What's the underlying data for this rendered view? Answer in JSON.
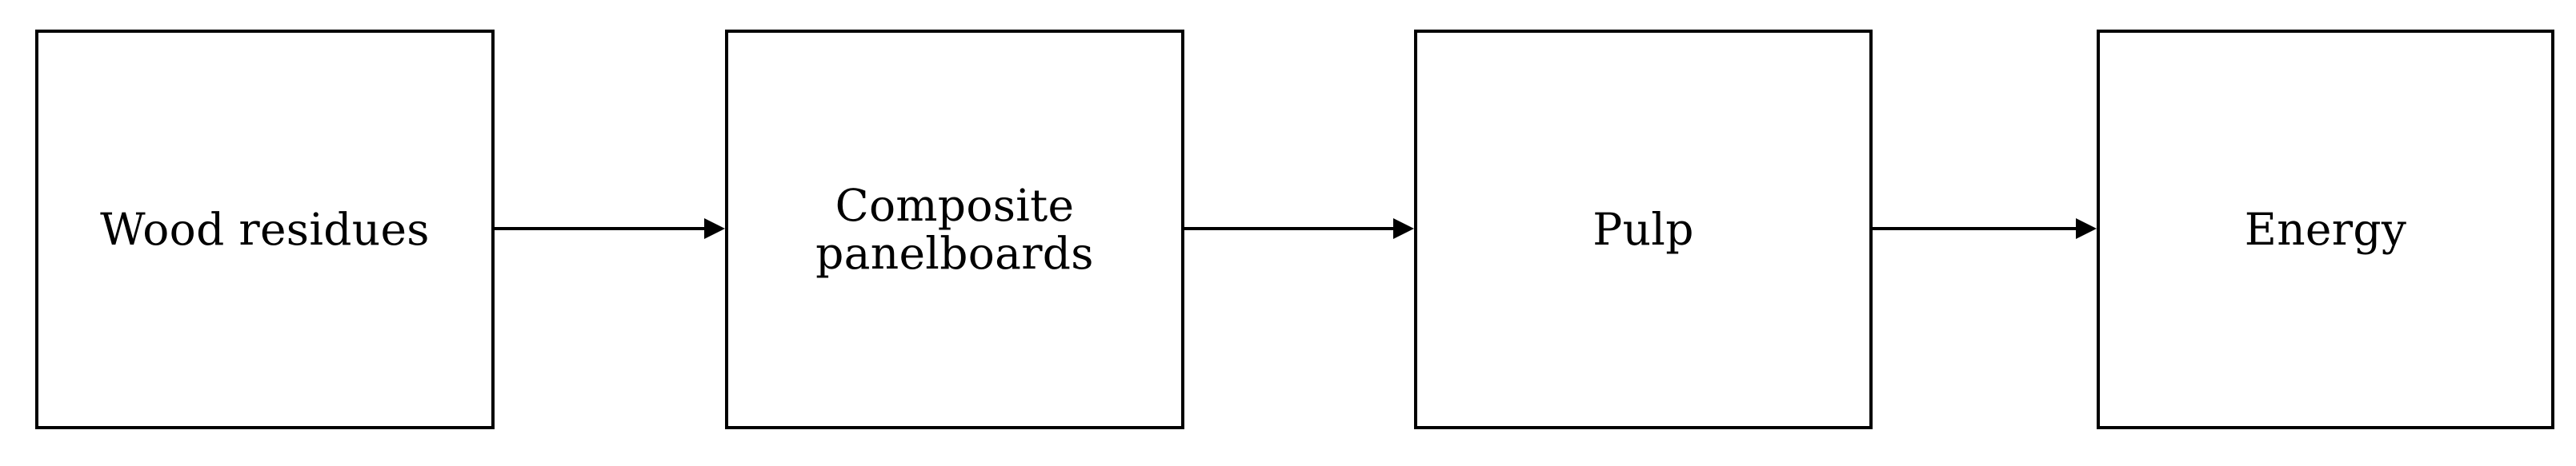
{
  "diagram": {
    "type": "process-flow",
    "orientation": "left-to-right",
    "background_color": "#ffffff",
    "line_color": "#000000",
    "text_color": "#000000",
    "nodes": [
      {
        "id": "wood-residues",
        "label": "Wood residues"
      },
      {
        "id": "composite-panelboards",
        "label": "Composite\npanelboards"
      },
      {
        "id": "pulp",
        "label": "Pulp"
      },
      {
        "id": "energy",
        "label": "Energy"
      }
    ],
    "connectors": [
      {
        "id": "arrow-1",
        "from": "wood-residues",
        "to": "composite-panelboards",
        "style": "single-headed-arrow"
      },
      {
        "id": "arrow-2",
        "from": "composite-panelboards",
        "to": "pulp",
        "style": "single-headed-arrow"
      },
      {
        "id": "arrow-3",
        "from": "pulp",
        "to": "energy",
        "style": "single-headed-arrow"
      }
    ]
  }
}
